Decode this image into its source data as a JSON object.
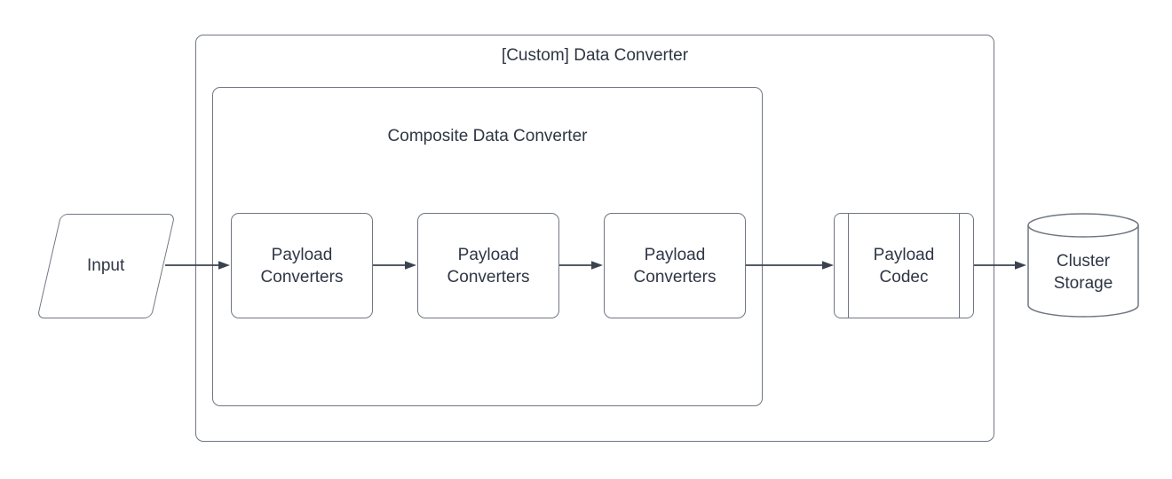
{
  "diagram": {
    "containers": {
      "custom_data_converter": {
        "label": "[Custom] Data Converter"
      },
      "composite_data_converter": {
        "label": "Composite Data Converter"
      }
    },
    "nodes": {
      "input": {
        "label": "Input",
        "shape": "parallelogram"
      },
      "payload_converters_1": {
        "label": "Payload Converters",
        "shape": "rounded-rectangle"
      },
      "payload_converters_2": {
        "label": "Payload Converters",
        "shape": "rounded-rectangle"
      },
      "payload_converters_3": {
        "label": "Payload Converters",
        "shape": "rounded-rectangle"
      },
      "payload_codec": {
        "label": "Payload Codec",
        "shape": "predefined-process"
      },
      "cluster_storage": {
        "label": "Cluster Storage",
        "shape": "cylinder"
      }
    },
    "edges": [
      {
        "from": "input",
        "to": "payload_converters_1"
      },
      {
        "from": "payload_converters_1",
        "to": "payload_converters_2"
      },
      {
        "from": "payload_converters_2",
        "to": "payload_converters_3"
      },
      {
        "from": "payload_converters_3",
        "to": "payload_codec"
      },
      {
        "from": "payload_codec",
        "to": "cluster_storage"
      }
    ],
    "colors": {
      "shape_border": "#6f7681",
      "arrow": "#3b424f",
      "text": "#2e3644",
      "background": "#ffffff"
    }
  }
}
